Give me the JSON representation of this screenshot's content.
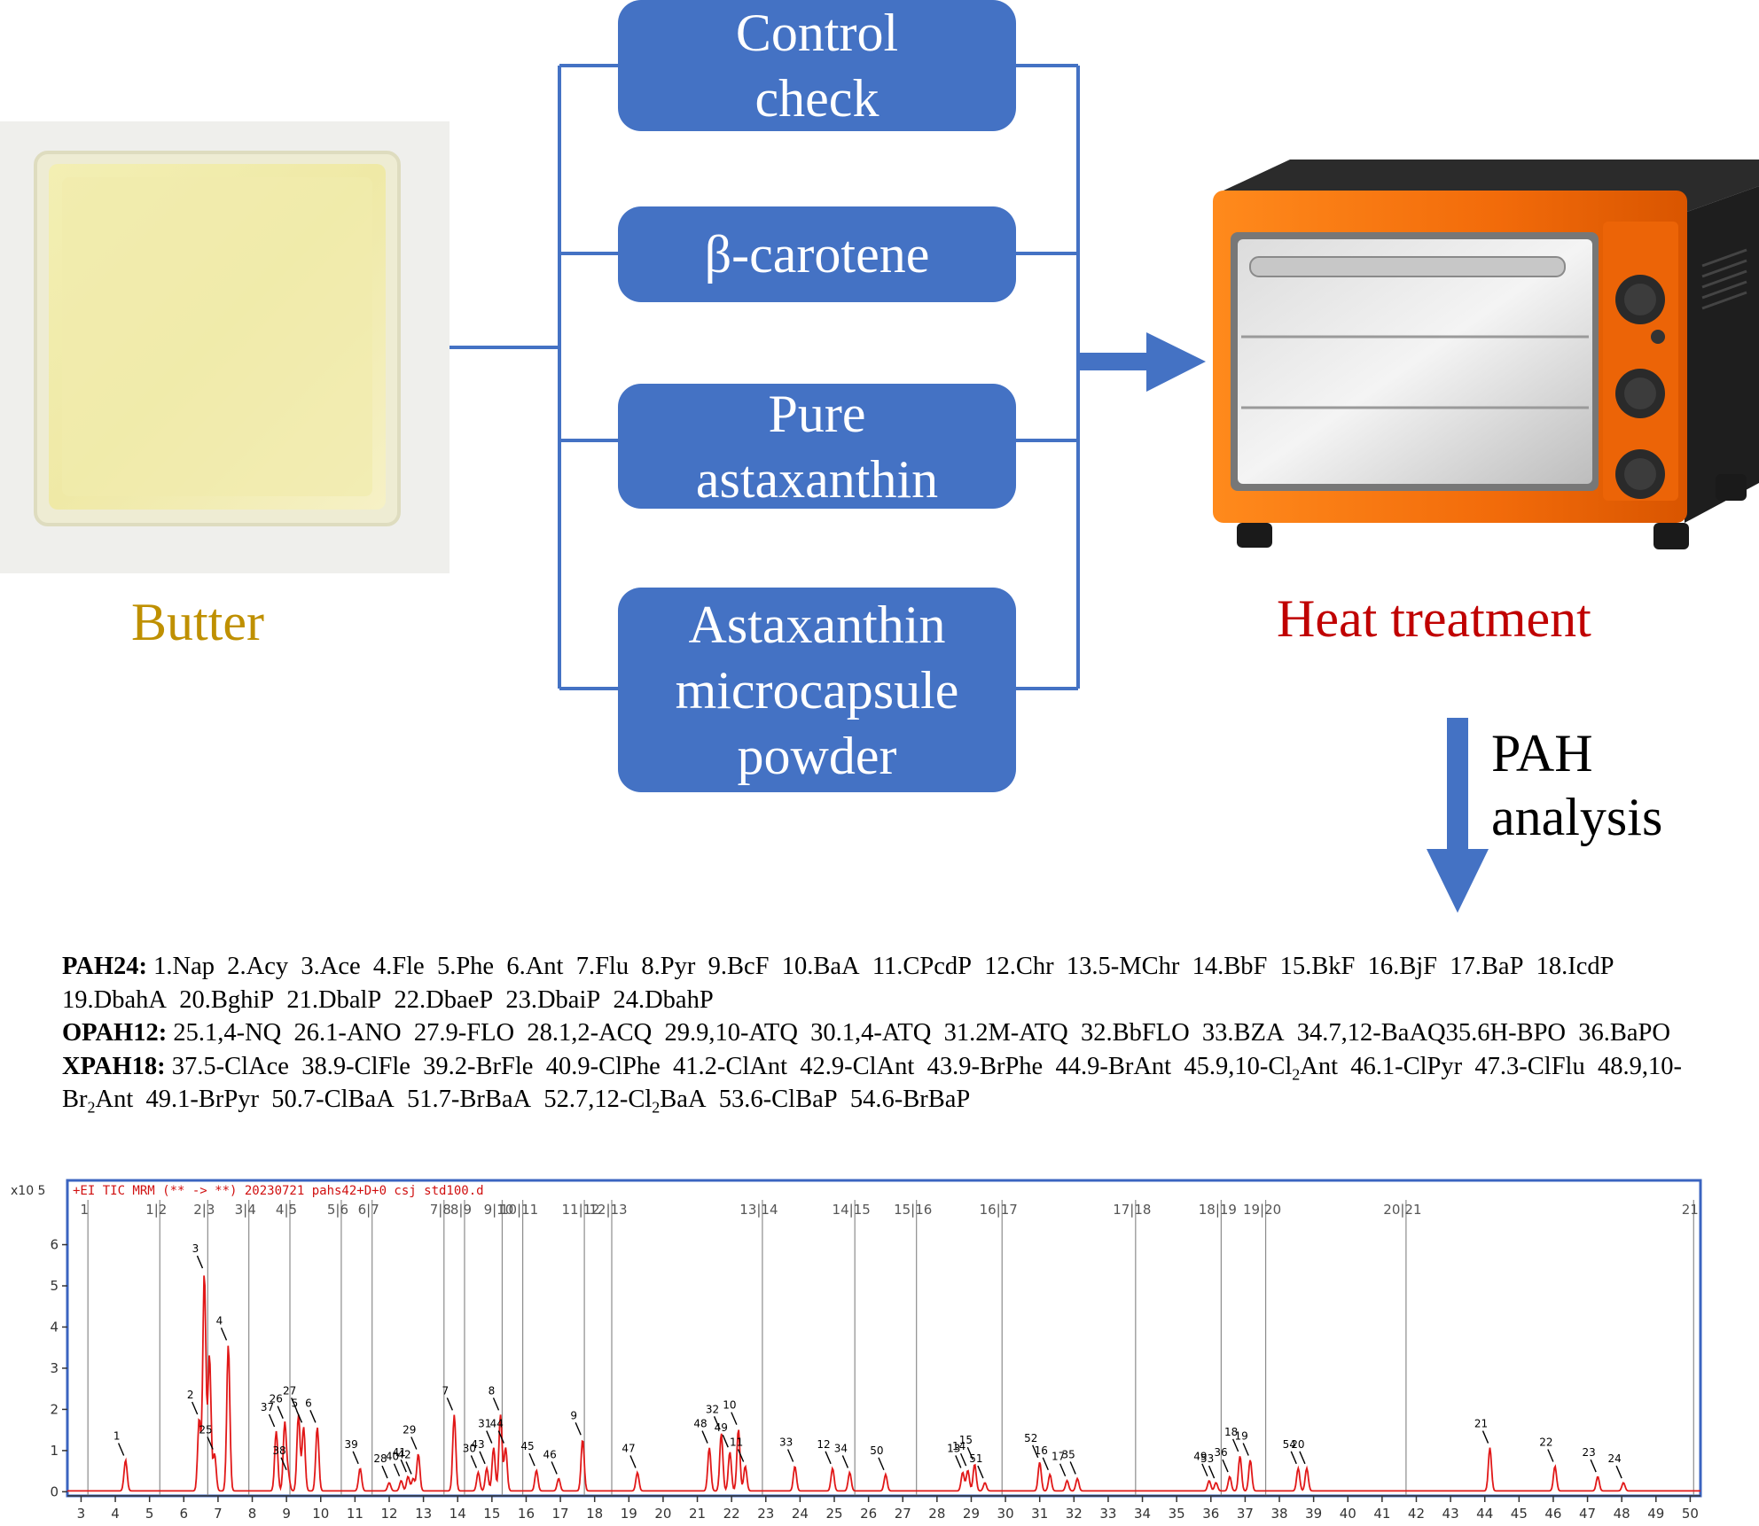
{
  "diagram": {
    "boxes": [
      "Control\ncheck",
      "β-carotene",
      "Pure\nastaxanthin",
      "Astaxanthin\nmicrocapsule\npowder"
    ],
    "input_label": "Butter",
    "output_label": "Heat treatment",
    "analysis_label": "PAH\nanalysis",
    "colors": {
      "box": "#4472C4",
      "butter_text": "#BF9000",
      "heat_text": "#C00000"
    }
  },
  "legend": [
    {
      "head": "PAH24:",
      "items": [
        "1.Nap",
        "2.Acy",
        "3.Ace",
        "4.Fle",
        "5.Phe",
        "6.Ant",
        "7.Flu",
        "8.Pyr",
        "9.BcF",
        "10.BaA",
        "11.CPcdP",
        "12.Chr",
        "13.5-MChr",
        "14.BbF",
        "15.BkF",
        "16.BjF",
        "17.BaP",
        "18.IcdP",
        "19.DbahA",
        "20.BghiP",
        "21.DbalP",
        "22.DbaeP",
        "23.DbaiP",
        "24.DbahP"
      ]
    },
    {
      "head": "OPAH12:",
      "items": [
        "25.1,4-NQ",
        "26.1-ANO",
        "27.9-FLO",
        "28.1,2-ACQ",
        "29.9,10-ATQ",
        "30.1,4-ATQ",
        "31.2M-ATQ",
        "32.BbFLO",
        "33.BZA",
        "34.7,12-BaAQ35.6H-BPO",
        "36.BaPO"
      ]
    },
    {
      "head": "XPAH18:",
      "items": [
        "37.5-ClAce",
        "38.9-ClFle",
        "39.2-BrFle",
        "40.9-ClPhe",
        "41.2-ClAnt",
        "42.9-ClAnt",
        "43.9-BrPhe",
        "44.9-BrAnt",
        "45.9,10-Cl2Ant",
        "46.1-ClPyr",
        "47.3-ClFlu",
        "48.9,10-Br2Ant",
        "49.1-BrPyr",
        "50.7-ClBaA",
        "51.7-BrBaA",
        "52.7,12-Cl2BaA",
        "53.6-ClBaP",
        "54.6-BrBaP"
      ]
    }
  ],
  "chart_data": {
    "type": "line",
    "title": "+EI TIC MRM (** -> **) 20230721 pahs42+D+0 csj std100.d",
    "ylabel": "x10 5",
    "xlim": [
      2.6,
      50.3
    ],
    "ylim": [
      -0.1,
      6.7
    ],
    "xticks": [
      3,
      4,
      5,
      6,
      7,
      8,
      9,
      10,
      11,
      12,
      13,
      14,
      15,
      16,
      17,
      18,
      19,
      20,
      21,
      22,
      23,
      24,
      25,
      26,
      27,
      28,
      29,
      30,
      31,
      32,
      33,
      34,
      35,
      36,
      37,
      38,
      39,
      40,
      41,
      42,
      43,
      44,
      45,
      46,
      47,
      48,
      49,
      50
    ],
    "yticks": [
      0,
      1,
      2,
      3,
      4,
      5,
      6
    ],
    "segments": [
      {
        "x": 3.2,
        "label": "1"
      },
      {
        "x": 5.3,
        "label": "1|2"
      },
      {
        "x": 6.7,
        "label": "2|3"
      },
      {
        "x": 7.9,
        "label": "3|4"
      },
      {
        "x": 9.1,
        "label": "4|5"
      },
      {
        "x": 10.6,
        "label": "5|6"
      },
      {
        "x": 11.5,
        "label": "6|7"
      },
      {
        "x": 13.6,
        "label": "7|8"
      },
      {
        "x": 14.2,
        "label": "8|9"
      },
      {
        "x": 15.3,
        "label": "9|10"
      },
      {
        "x": 15.9,
        "label": "10|11"
      },
      {
        "x": 17.7,
        "label": "11|12"
      },
      {
        "x": 18.5,
        "label": "12|13"
      },
      {
        "x": 22.9,
        "label": "13|14"
      },
      {
        "x": 25.6,
        "label": "14|15"
      },
      {
        "x": 27.4,
        "label": "15|16"
      },
      {
        "x": 29.9,
        "label": "16|17"
      },
      {
        "x": 33.8,
        "label": "17|18"
      },
      {
        "x": 36.3,
        "label": "18|19"
      },
      {
        "x": 37.6,
        "label": "19|20"
      },
      {
        "x": 41.7,
        "label": "20|21"
      },
      {
        "x": 50.1,
        "label": "21"
      }
    ],
    "peaks": [
      {
        "x": 4.3,
        "y": 0.75,
        "label": "1"
      },
      {
        "x": 6.45,
        "y": 1.75,
        "label": "2"
      },
      {
        "x": 6.6,
        "y": 5.3,
        "label": "3"
      },
      {
        "x": 6.75,
        "y": 3.3,
        "label": ""
      },
      {
        "x": 6.9,
        "y": 0.9,
        "label": "25"
      },
      {
        "x": 7.3,
        "y": 3.55,
        "label": "4"
      },
      {
        "x": 8.7,
        "y": 1.45,
        "label": "37"
      },
      {
        "x": 8.95,
        "y": 1.65,
        "label": "26"
      },
      {
        "x": 9.05,
        "y": 0.4,
        "label": "38"
      },
      {
        "x": 9.35,
        "y": 1.85,
        "label": "27"
      },
      {
        "x": 9.5,
        "y": 1.55,
        "label": "5"
      },
      {
        "x": 9.9,
        "y": 1.55,
        "label": "6"
      },
      {
        "x": 11.15,
        "y": 0.55,
        "label": "39"
      },
      {
        "x": 12.0,
        "y": 0.2,
        "label": "28"
      },
      {
        "x": 12.35,
        "y": 0.25,
        "label": "40"
      },
      {
        "x": 12.55,
        "y": 0.35,
        "label": "41"
      },
      {
        "x": 12.7,
        "y": 0.3,
        "label": "42"
      },
      {
        "x": 12.85,
        "y": 0.9,
        "label": "29"
      },
      {
        "x": 13.9,
        "y": 1.85,
        "label": "7"
      },
      {
        "x": 14.6,
        "y": 0.45,
        "label": "30"
      },
      {
        "x": 14.85,
        "y": 0.55,
        "label": "43"
      },
      {
        "x": 15.05,
        "y": 1.05,
        "label": "31"
      },
      {
        "x": 15.25,
        "y": 1.85,
        "label": "8"
      },
      {
        "x": 15.4,
        "y": 1.05,
        "label": "44"
      },
      {
        "x": 16.3,
        "y": 0.5,
        "label": "45"
      },
      {
        "x": 16.95,
        "y": 0.3,
        "label": "46"
      },
      {
        "x": 17.65,
        "y": 1.25,
        "label": "9"
      },
      {
        "x": 19.25,
        "y": 0.45,
        "label": "47"
      },
      {
        "x": 21.35,
        "y": 1.05,
        "label": "48"
      },
      {
        "x": 21.7,
        "y": 1.4,
        "label": "32"
      },
      {
        "x": 21.95,
        "y": 0.95,
        "label": "49"
      },
      {
        "x": 22.2,
        "y": 1.5,
        "label": "10"
      },
      {
        "x": 22.4,
        "y": 0.6,
        "label": "11"
      },
      {
        "x": 23.85,
        "y": 0.6,
        "label": "33"
      },
      {
        "x": 24.95,
        "y": 0.55,
        "label": "12"
      },
      {
        "x": 25.45,
        "y": 0.45,
        "label": "34"
      },
      {
        "x": 26.5,
        "y": 0.4,
        "label": "50"
      },
      {
        "x": 28.75,
        "y": 0.45,
        "label": "13"
      },
      {
        "x": 28.9,
        "y": 0.5,
        "label": "14"
      },
      {
        "x": 29.1,
        "y": 0.65,
        "label": "15"
      },
      {
        "x": 29.4,
        "y": 0.2,
        "label": "51"
      },
      {
        "x": 31.0,
        "y": 0.7,
        "label": "52"
      },
      {
        "x": 31.3,
        "y": 0.4,
        "label": "16"
      },
      {
        "x": 31.8,
        "y": 0.25,
        "label": "17"
      },
      {
        "x": 32.1,
        "y": 0.3,
        "label": "35"
      },
      {
        "x": 35.95,
        "y": 0.25,
        "label": "49"
      },
      {
        "x": 36.15,
        "y": 0.2,
        "label": "53"
      },
      {
        "x": 36.55,
        "y": 0.35,
        "label": "36"
      },
      {
        "x": 36.85,
        "y": 0.85,
        "label": "18"
      },
      {
        "x": 37.15,
        "y": 0.75,
        "label": "19"
      },
      {
        "x": 38.55,
        "y": 0.55,
        "label": "54"
      },
      {
        "x": 38.8,
        "y": 0.55,
        "label": "20"
      },
      {
        "x": 44.15,
        "y": 1.05,
        "label": "21"
      },
      {
        "x": 46.05,
        "y": 0.6,
        "label": "22"
      },
      {
        "x": 47.3,
        "y": 0.35,
        "label": "23"
      },
      {
        "x": 48.05,
        "y": 0.2,
        "label": "24"
      }
    ]
  }
}
